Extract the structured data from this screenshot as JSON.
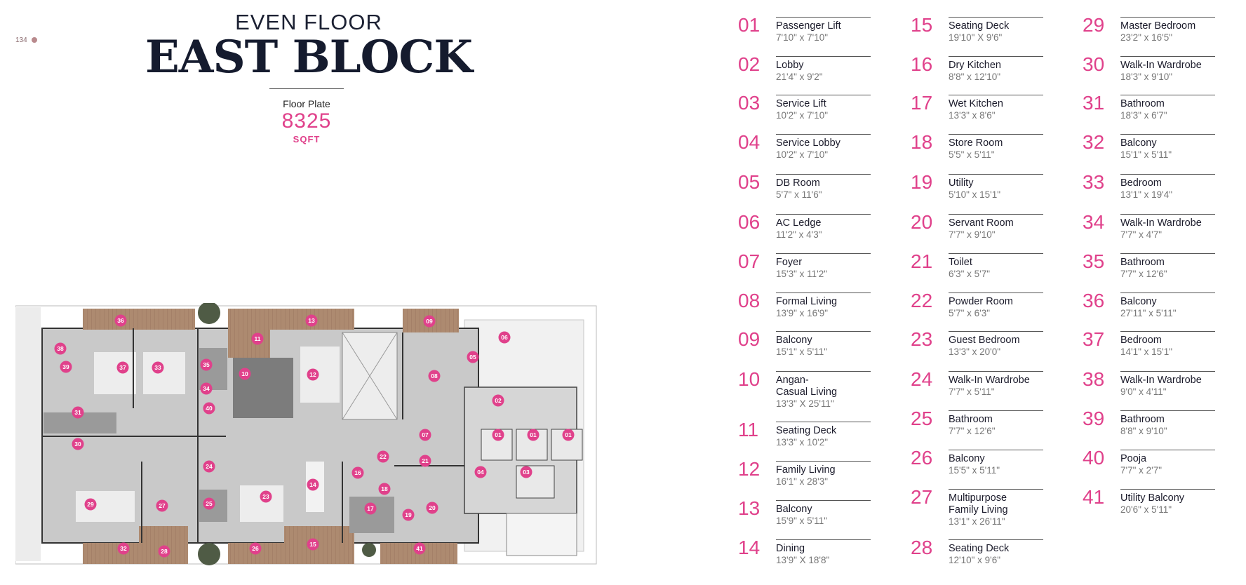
{
  "page_number": "134",
  "header": {
    "eyebrow": "EVEN FLOOR",
    "title": "EAST BLOCK",
    "floor_plate_label": "Floor Plate",
    "floor_plate_value": "8325",
    "floor_plate_unit": "SQFT"
  },
  "colors": {
    "accent": "#e0418b",
    "title": "#151b2e",
    "floor_grey": "#c9c9c9",
    "deck_wood": "#a8846a"
  },
  "legend": [
    {
      "num": "01",
      "name": "Passenger Lift",
      "dim": "7'10\" x 7'10\""
    },
    {
      "num": "02",
      "name": "Lobby",
      "dim": "21'4\" x 9'2\""
    },
    {
      "num": "03",
      "name": "Service Lift",
      "dim": "10'2\" x 7'10\""
    },
    {
      "num": "04",
      "name": "Service Lobby",
      "dim": "10'2\" x 7'10\""
    },
    {
      "num": "05",
      "name": "DB Room",
      "dim": "5'7\" x 11'6\""
    },
    {
      "num": "06",
      "name": "AC Ledge",
      "dim": "11'2\" x 4'3\""
    },
    {
      "num": "07",
      "name": "Foyer",
      "dim": "15'3\" x 11'2\""
    },
    {
      "num": "08",
      "name": "Formal Living",
      "dim": "13'9\" x 16'9\""
    },
    {
      "num": "09",
      "name": "Balcony",
      "dim": "15'1\" x 5'11\""
    },
    {
      "num": "10",
      "name": "Angan-\nCasual Living",
      "dim": "13'3\" X 25'11\""
    },
    {
      "num": "11",
      "name": "Seating Deck",
      "dim": "13'3\" x 10'2\""
    },
    {
      "num": "12",
      "name": "Family Living",
      "dim": "16'1\" x 28'3\""
    },
    {
      "num": "13",
      "name": "Balcony",
      "dim": "15'9\" x 5'11\""
    },
    {
      "num": "14",
      "name": "Dining",
      "dim": "13'9\" X 18'8\""
    },
    {
      "num": "15",
      "name": "Seating Deck",
      "dim": "19'10\" X 9'6\""
    },
    {
      "num": "16",
      "name": "Dry Kitchen",
      "dim": "8'8\" x 12'10\""
    },
    {
      "num": "17",
      "name": "Wet Kitchen",
      "dim": "13'3\" x 8'6\""
    },
    {
      "num": "18",
      "name": "Store Room",
      "dim": "5'5\" x 5'11\""
    },
    {
      "num": "19",
      "name": "Utility",
      "dim": "5'10\" x 15'1\""
    },
    {
      "num": "20",
      "name": "Servant Room",
      "dim": "7'7\" x 9'10\""
    },
    {
      "num": "21",
      "name": "Toilet",
      "dim": "6'3\" x 5'7\""
    },
    {
      "num": "22",
      "name": "Powder Room",
      "dim": "5'7\" x 6'3\""
    },
    {
      "num": "23",
      "name": "Guest Bedroom",
      "dim": "13'3\" x 20'0\""
    },
    {
      "num": "24",
      "name": "Walk-In Wardrobe",
      "dim": "7'7\" x 5'11\""
    },
    {
      "num": "25",
      "name": "Bathroom",
      "dim": "7'7\" x 12'6\""
    },
    {
      "num": "26",
      "name": "Balcony",
      "dim": "15'5\" x 5'11\""
    },
    {
      "num": "27",
      "name": "Multipurpose\nFamily Living",
      "dim": "13'1\" x 26'11\""
    },
    {
      "num": "28",
      "name": "Seating Deck",
      "dim": "12'10\" x 9'6\""
    },
    {
      "num": "29",
      "name": "Master Bedroom",
      "dim": "23'2\" x 16'5\""
    },
    {
      "num": "30",
      "name": "Walk-In Wardrobe",
      "dim": "18'3\" x 9'10\""
    },
    {
      "num": "31",
      "name": "Bathroom",
      "dim": "18'3\" x 6'7\""
    },
    {
      "num": "32",
      "name": "Balcony",
      "dim": "15'1\" x 5'11\""
    },
    {
      "num": "33",
      "name": "Bedroom",
      "dim": "13'1\" x 19'4\""
    },
    {
      "num": "34",
      "name": "Walk-In Wardrobe",
      "dim": "7'7\" x 4'7\""
    },
    {
      "num": "35",
      "name": "Bathroom",
      "dim": "7'7\" x 12'6\""
    },
    {
      "num": "36",
      "name": "Balcony",
      "dim": "27'11\" x 5'11\""
    },
    {
      "num": "37",
      "name": "Bedroom",
      "dim": "14'1\" x 15'1\""
    },
    {
      "num": "38",
      "name": "Walk-In Wardrobe",
      "dim": "9'0\" x 4'11\""
    },
    {
      "num": "39",
      "name": "Bathroom",
      "dim": "8'8\" x 9'10\""
    },
    {
      "num": "40",
      "name": "Pooja",
      "dim": "7'7\" x 2'7\""
    },
    {
      "num": "41",
      "name": "Utility Balcony",
      "dim": "20'6\" x 5'11\""
    }
  ],
  "plan_markers": [
    {
      "label": "36"
    },
    {
      "label": "11"
    },
    {
      "label": "13"
    },
    {
      "label": "09"
    },
    {
      "label": "06"
    },
    {
      "label": "38"
    },
    {
      "label": "39"
    },
    {
      "label": "37"
    },
    {
      "label": "33"
    },
    {
      "label": "35"
    },
    {
      "label": "34"
    },
    {
      "label": "40"
    },
    {
      "label": "10"
    },
    {
      "label": "12"
    },
    {
      "label": "08"
    },
    {
      "label": "05"
    },
    {
      "label": "02"
    },
    {
      "label": "31"
    },
    {
      "label": "30"
    },
    {
      "label": "07"
    },
    {
      "label": "01"
    },
    {
      "label": "01"
    },
    {
      "label": "01"
    },
    {
      "label": "24"
    },
    {
      "label": "22"
    },
    {
      "label": "21"
    },
    {
      "label": "16"
    },
    {
      "label": "04"
    },
    {
      "label": "03"
    },
    {
      "label": "29"
    },
    {
      "label": "27"
    },
    {
      "label": "25"
    },
    {
      "label": "23"
    },
    {
      "label": "14"
    },
    {
      "label": "18"
    },
    {
      "label": "17"
    },
    {
      "label": "19"
    },
    {
      "label": "20"
    },
    {
      "label": "32"
    },
    {
      "label": "28"
    },
    {
      "label": "26"
    },
    {
      "label": "15"
    },
    {
      "label": "41"
    }
  ]
}
